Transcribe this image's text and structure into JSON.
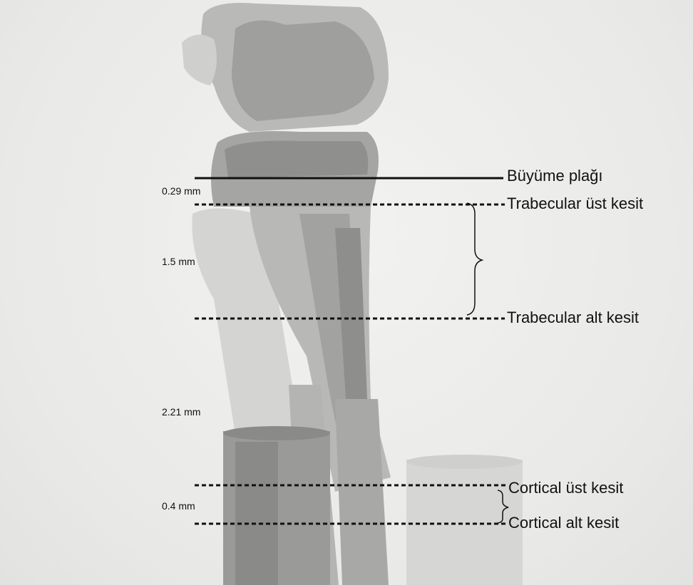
{
  "labels": {
    "growth_plate": "Büyüme plağı",
    "trab_top": "Trabecular üst kesit",
    "trab_bottom": "Trabecular alt kesit",
    "cort_top": "Cortical üst kesit",
    "cort_bottom": "Cortical alt kesit"
  },
  "distances": {
    "d1": "0.29 mm",
    "d2": "1.5 mm",
    "d3": "2.21 mm",
    "d4": "0.4 mm"
  },
  "colors": {
    "line": "#111111",
    "bone_light": "#c8c8c6",
    "bone_mid": "#a9a9a7",
    "bone_dark": "#8c8c8a"
  }
}
